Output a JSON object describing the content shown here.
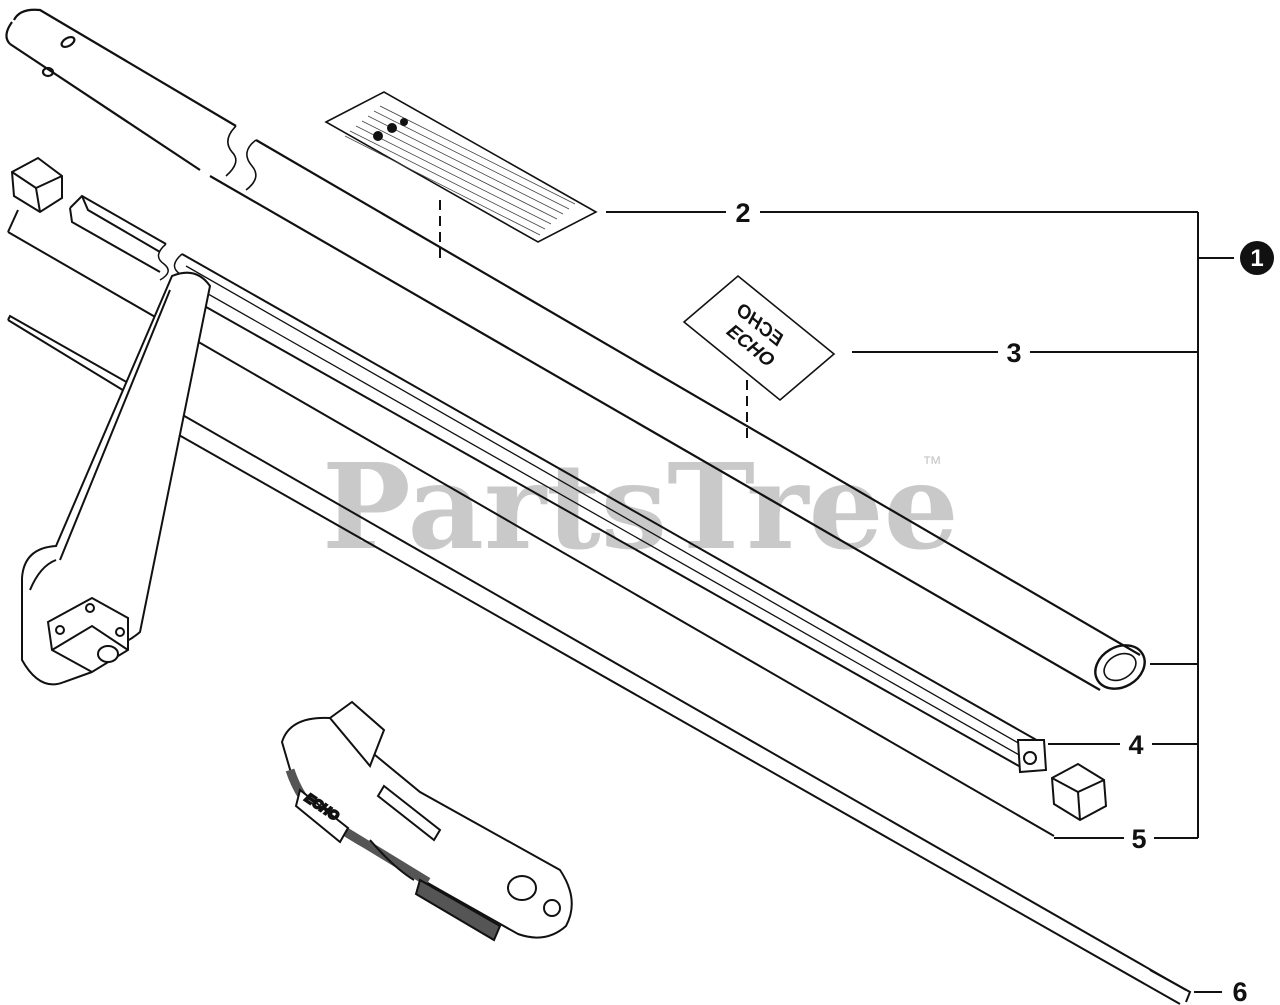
{
  "watermark": {
    "text": "PartsTree",
    "tm": "™"
  },
  "callouts": [
    {
      "id": "1",
      "label": "1",
      "style": "badge"
    },
    {
      "id": "2",
      "label": "2"
    },
    {
      "id": "3",
      "label": "3"
    },
    {
      "id": "4",
      "label": "4"
    },
    {
      "id": "5",
      "label": "5"
    },
    {
      "id": "6",
      "label": "6"
    }
  ],
  "decal_brand": "ECHO",
  "handle_brand": "ECHO"
}
